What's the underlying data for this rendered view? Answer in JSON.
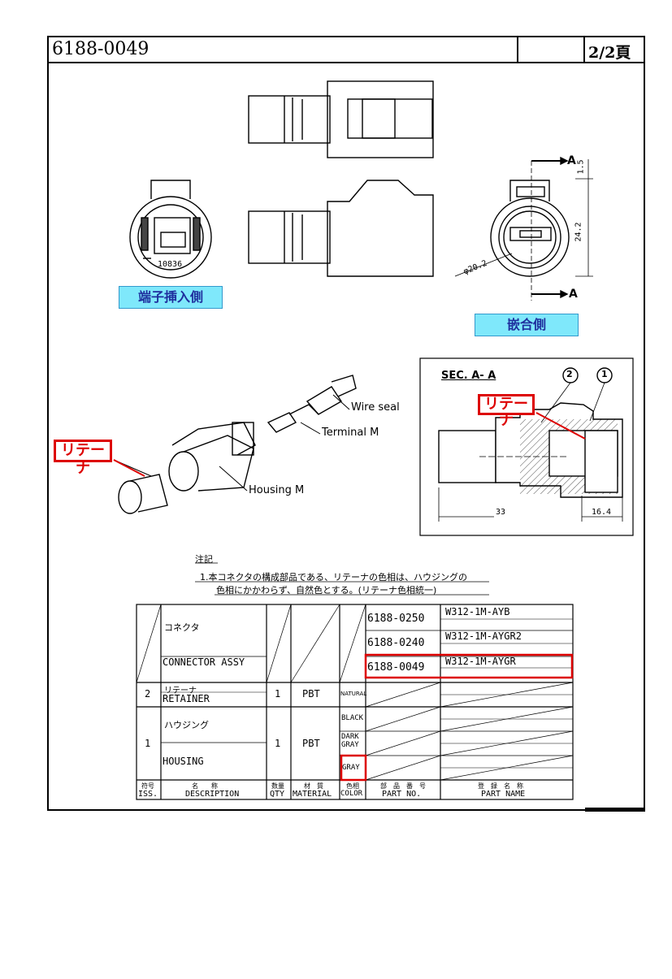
{
  "header": {
    "doc_number": "6188-0049",
    "page": "2/2頁"
  },
  "views": {
    "terminal_side_label": "端子挿入側",
    "mating_side_label": "嵌合側",
    "terminal_code": "10836",
    "dim_1_5": "1.5",
    "dim_24_2": "24.2",
    "dim_dia": "φ20.2",
    "section_marker": "A"
  },
  "exploded": {
    "retainer_callout": "リテーナ",
    "wire_seal": "Wire seal",
    "terminal_m": "Terminal M",
    "housing_m": "Housing M"
  },
  "section": {
    "title": "SEC. A- A",
    "balloon_1": "1",
    "balloon_2": "2",
    "retainer_callout": "リテーナ",
    "dim_33": "33",
    "dim_16_4": "16.4"
  },
  "notes": {
    "heading": "注記",
    "line1": "1.本コネクタの構成部品である、リテーナの色相は、ハウジングの",
    "line2": "色相にかかわらず、自然色とする。(リテーナ色相統一)"
  },
  "bom": {
    "connector_jp": "コネクタ",
    "connector_en": "CONNECTOR ASSY",
    "part_numbers": [
      "6188-0250",
      "6188-0240",
      "6188-0049"
    ],
    "part_names": [
      "W312-1M-AYB",
      "W312-1M-AYGR2",
      "W312-1M-AYGR"
    ],
    "retainer_iss": "2",
    "retainer_jp": "リテーナ",
    "retainer_en": "RETAINER",
    "retainer_qty": "1",
    "retainer_material": "PBT",
    "retainer_color": "NATURAL",
    "housing_iss": "1",
    "housing_jp": "ハウジング",
    "housing_en": "HOUSING",
    "housing_qty": "1",
    "housing_material": "PBT",
    "housing_colors": [
      "BLACK",
      "DARK GRAY",
      "GRAY"
    ],
    "footer": {
      "iss_jp": "符号",
      "iss": "ISS.",
      "desc_jp": "名　　称",
      "desc": "DESCRIPTION",
      "qty_jp": "数量",
      "qty": "QTY",
      "mat_jp": "材　質",
      "mat": "MATERIAL",
      "color_jp": "色相",
      "color": "COLOR",
      "pno_jp": "部　品　番　号",
      "pno": "PART NO.",
      "pname_jp": "登　録　名　称",
      "pname": "PART NAME"
    }
  }
}
